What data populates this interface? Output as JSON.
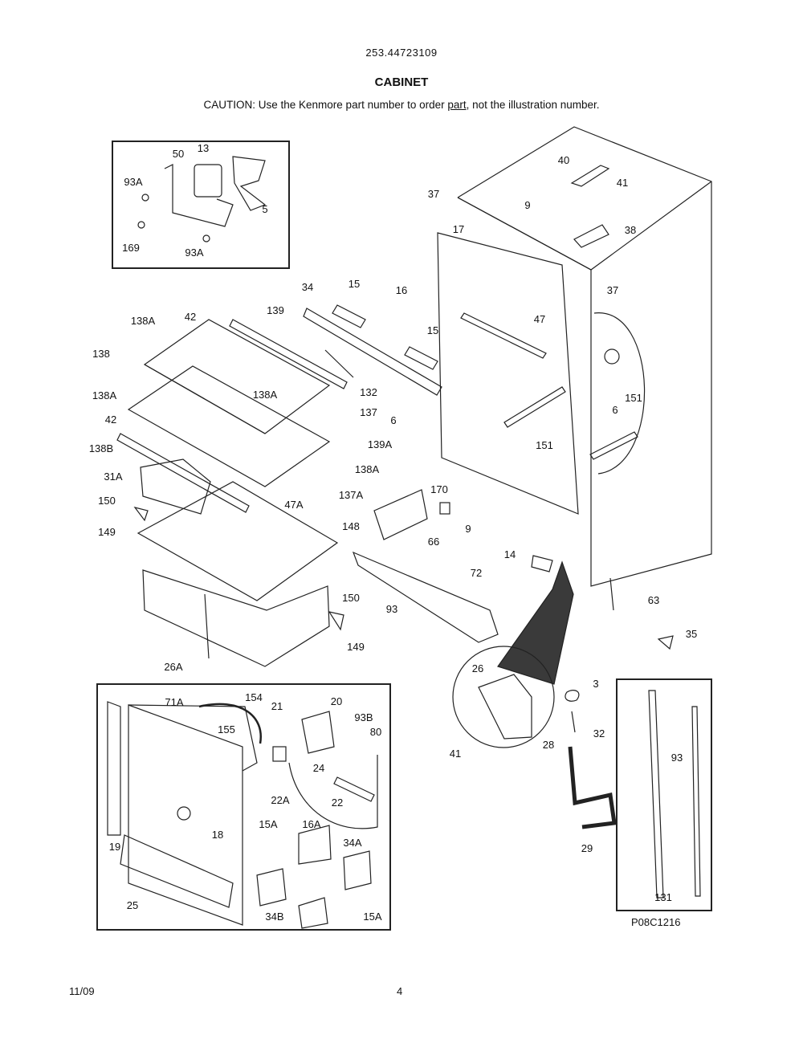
{
  "header": {
    "model_number": "253.44723109",
    "section_title": "CABINET",
    "caution_prefix": "CAUTION: Use the Kenmore part number to order ",
    "caution_link": "part",
    "caution_suffix": ", not the illustration number."
  },
  "footer": {
    "date": "11/09",
    "page_number": "4",
    "figure_code": "P08C1216"
  },
  "callouts": [
    {
      "id": "c-50",
      "label": "50"
    },
    {
      "id": "c-13",
      "label": "13"
    },
    {
      "id": "c-93A-top",
      "label": "93A"
    },
    {
      "id": "c-5",
      "label": "5"
    },
    {
      "id": "c-169",
      "label": "169"
    },
    {
      "id": "c-93A-bot",
      "label": "93A"
    },
    {
      "id": "c-40",
      "label": "40"
    },
    {
      "id": "c-41-top",
      "label": "41"
    },
    {
      "id": "c-37-top",
      "label": "37"
    },
    {
      "id": "c-9-top",
      "label": "9"
    },
    {
      "id": "c-17",
      "label": "17"
    },
    {
      "id": "c-38",
      "label": "38"
    },
    {
      "id": "c-37-right",
      "label": "37"
    },
    {
      "id": "c-34",
      "label": "34"
    },
    {
      "id": "c-15-a",
      "label": "15"
    },
    {
      "id": "c-16",
      "label": "16"
    },
    {
      "id": "c-15-b",
      "label": "15"
    },
    {
      "id": "c-47",
      "label": "47"
    },
    {
      "id": "c-138A-1",
      "label": "138A"
    },
    {
      "id": "c-42-1",
      "label": "42"
    },
    {
      "id": "c-139",
      "label": "139"
    },
    {
      "id": "c-138",
      "label": "138"
    },
    {
      "id": "c-132",
      "label": "132"
    },
    {
      "id": "c-138A-2",
      "label": "138A"
    },
    {
      "id": "c-138A-3",
      "label": "138A"
    },
    {
      "id": "c-137",
      "label": "137"
    },
    {
      "id": "c-6-left",
      "label": "6"
    },
    {
      "id": "c-6-right",
      "label": "6"
    },
    {
      "id": "c-151-right",
      "label": "151"
    },
    {
      "id": "c-42-2",
      "label": "42"
    },
    {
      "id": "c-139A",
      "label": "139A"
    },
    {
      "id": "c-138B",
      "label": "138B"
    },
    {
      "id": "c-151-mid",
      "label": "151"
    },
    {
      "id": "c-138A-4",
      "label": "138A"
    },
    {
      "id": "c-31A",
      "label": "31A"
    },
    {
      "id": "c-137A",
      "label": "137A"
    },
    {
      "id": "c-170",
      "label": "170"
    },
    {
      "id": "c-150-top",
      "label": "150"
    },
    {
      "id": "c-47A",
      "label": "47A"
    },
    {
      "id": "c-9-bot",
      "label": "9"
    },
    {
      "id": "c-149-top",
      "label": "149"
    },
    {
      "id": "c-148",
      "label": "148"
    },
    {
      "id": "c-66",
      "label": "66"
    },
    {
      "id": "c-14",
      "label": "14"
    },
    {
      "id": "c-72",
      "label": "72"
    },
    {
      "id": "c-150-bot",
      "label": "150"
    },
    {
      "id": "c-93-mid",
      "label": "93"
    },
    {
      "id": "c-63",
      "label": "63"
    },
    {
      "id": "c-149-bot",
      "label": "149"
    },
    {
      "id": "c-35",
      "label": "35"
    },
    {
      "id": "c-26A",
      "label": "26A"
    },
    {
      "id": "c-26",
      "label": "26"
    },
    {
      "id": "c-3",
      "label": "3"
    },
    {
      "id": "c-154",
      "label": "154"
    },
    {
      "id": "c-71A",
      "label": "71A"
    },
    {
      "id": "c-21",
      "label": "21"
    },
    {
      "id": "c-20",
      "label": "20"
    },
    {
      "id": "c-93B",
      "label": "93B"
    },
    {
      "id": "c-155",
      "label": "155"
    },
    {
      "id": "c-80",
      "label": "80"
    },
    {
      "id": "c-32",
      "label": "32"
    },
    {
      "id": "c-41-bot",
      "label": "41"
    },
    {
      "id": "c-28",
      "label": "28"
    },
    {
      "id": "c-93-right",
      "label": "93"
    },
    {
      "id": "c-24",
      "label": "24"
    },
    {
      "id": "c-22A",
      "label": "22A"
    },
    {
      "id": "c-22",
      "label": "22"
    },
    {
      "id": "c-18",
      "label": "18"
    },
    {
      "id": "c-29",
      "label": "29"
    },
    {
      "id": "c-15A-1",
      "label": "15A"
    },
    {
      "id": "c-16A",
      "label": "16A"
    },
    {
      "id": "c-34A",
      "label": "34A"
    },
    {
      "id": "c-19",
      "label": "19"
    },
    {
      "id": "c-25",
      "label": "25"
    },
    {
      "id": "c-131",
      "label": "131"
    },
    {
      "id": "c-34B",
      "label": "34B"
    },
    {
      "id": "c-15A-2",
      "label": "15A"
    }
  ]
}
